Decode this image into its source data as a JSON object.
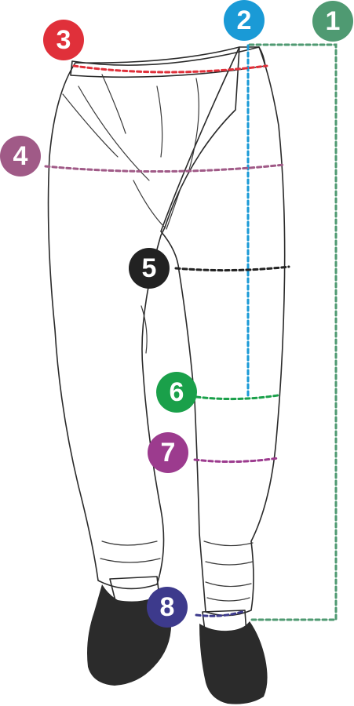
{
  "markers": [
    {
      "id": "1",
      "label": "1",
      "color": "#4f9a72",
      "line": "outseam"
    },
    {
      "id": "2",
      "label": "2",
      "color": "#1a9ad6",
      "line": "inseam"
    },
    {
      "id": "3",
      "label": "3",
      "color": "#e0303a",
      "line": "waist"
    },
    {
      "id": "4",
      "label": "4",
      "color": "#a05a87",
      "line": "hip"
    },
    {
      "id": "5",
      "label": "5",
      "color": "#222222",
      "line": "thigh"
    },
    {
      "id": "6",
      "label": "6",
      "color": "#1aa04a",
      "line": "knee"
    },
    {
      "id": "7",
      "label": "7",
      "color": "#9c3b8e",
      "line": "calf"
    },
    {
      "id": "8",
      "label": "8",
      "color": "#3d3a8c",
      "line": "leg-opening"
    }
  ],
  "colors": {
    "fabric": "#e4e4e6",
    "fabric_shade": "#d6d6d8",
    "shoe": "#2b2b2b",
    "skin": "#f3d9c4"
  }
}
